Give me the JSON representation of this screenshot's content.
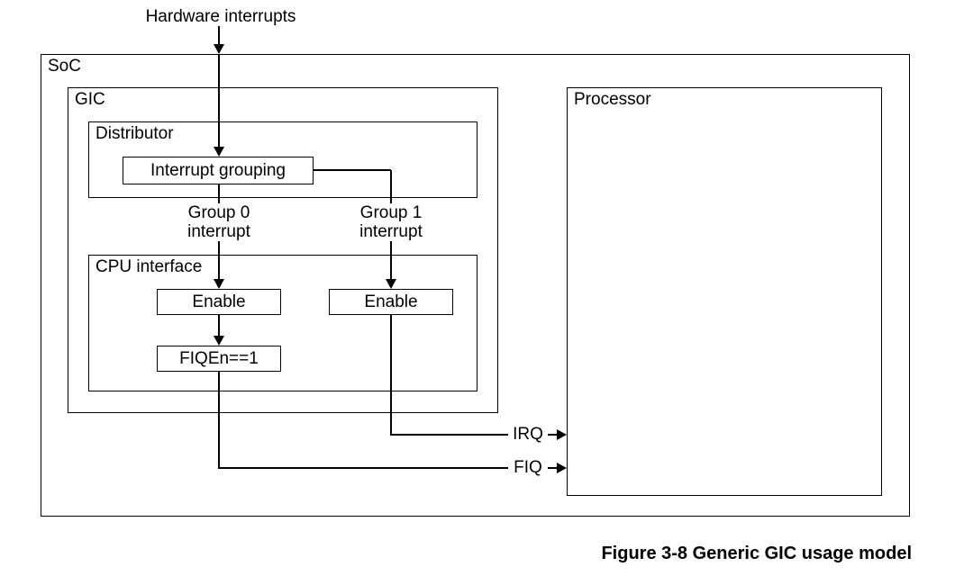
{
  "labels": {
    "hardware_interrupts": "Hardware interrupts",
    "soc": "SoC",
    "gic": "GIC",
    "distributor": "Distributor",
    "interrupt_grouping": "Interrupt grouping",
    "group0_interrupt": "Group 0\ninterrupt",
    "group1_interrupt": "Group 1\ninterrupt",
    "cpu_interface": "CPU interface",
    "enable_group0": "Enable",
    "enable_group1": "Enable",
    "fiqen_condition": "FIQEn==1",
    "processor": "Processor",
    "irq": "IRQ",
    "fiq": "FIQ",
    "caption": "Figure 3-8 Generic GIC usage model"
  },
  "colors": {
    "line": "#000000",
    "background": "#ffffff",
    "text": "#000000"
  }
}
